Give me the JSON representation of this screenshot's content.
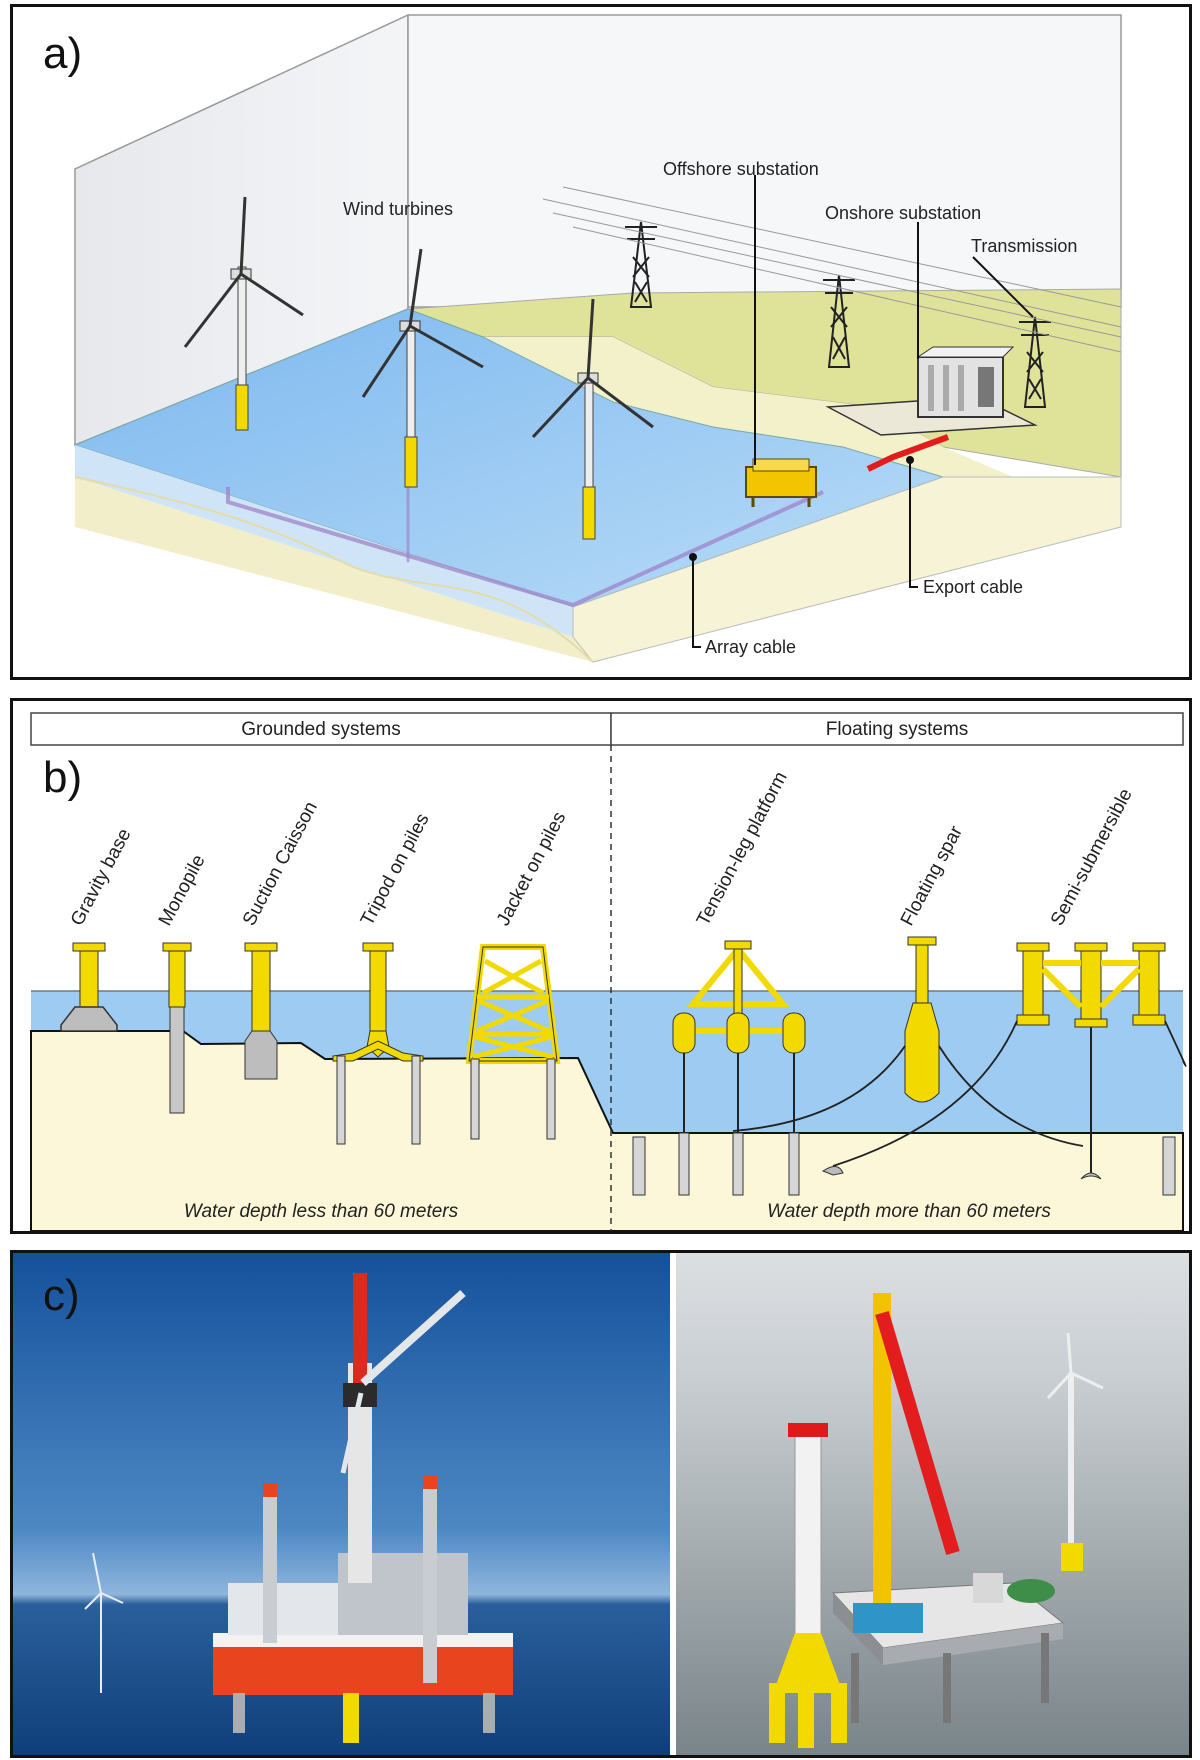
{
  "panel_a": {
    "label": "a)",
    "labels": {
      "wind_turbines": "Wind turbines",
      "offshore_substation": "Offshore substation",
      "onshore_substation": "Onshore substation",
      "transmission": "Transmission",
      "export_cable": "Export cable",
      "array_cable": "Array cable"
    }
  },
  "panel_b": {
    "label": "b)",
    "headers": {
      "grounded": "Grounded systems",
      "floating": "Floating systems"
    },
    "foundations": {
      "gravity_base": "Gravity base",
      "monopile": "Monopile",
      "suction_caisson": "Suction Caisson",
      "tripod": "Tripod on piles",
      "jacket": "Jacket on piles",
      "tension_leg": "Tension-leg platform",
      "floating_spar": "Floating spar",
      "semi_submersible": "Semi-submersible"
    },
    "depth": {
      "shallow": "Water depth less than 60 meters",
      "deep": "Water depth more than 60 meters"
    }
  },
  "panel_c": {
    "label": "c)"
  },
  "colors": {
    "water": "#9ecbf2",
    "sand": "#fbf7d8",
    "yellow": "#f2d900",
    "cable_export": "#e21b1b",
    "cable_array": "#9b7fc6",
    "land": "#dfe39a"
  }
}
